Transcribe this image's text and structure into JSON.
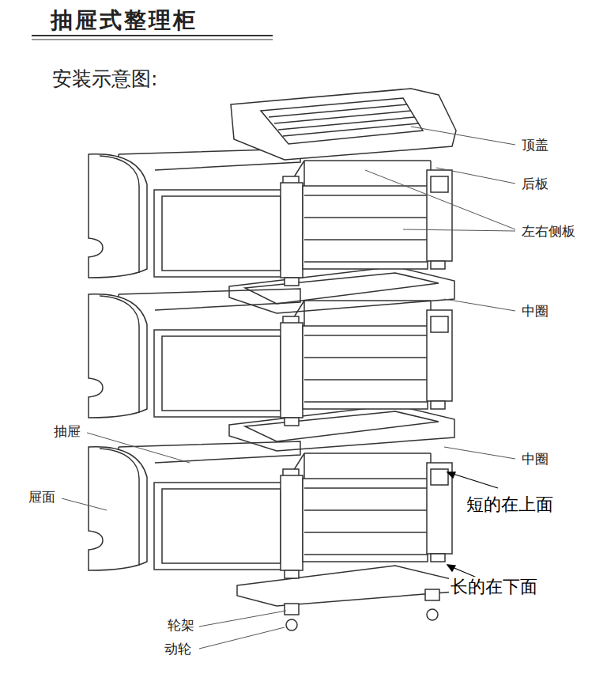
{
  "diagram": {
    "title": "抽屉式整理柜",
    "labels": [
      "安装示意图:",
      "顶盖",
      "后板",
      "左右侧板",
      "中圈",
      "中圈",
      "抽屉",
      "屉面",
      "短的在上面",
      "长的在下面",
      "轮架",
      "动轮"
    ]
  }
}
